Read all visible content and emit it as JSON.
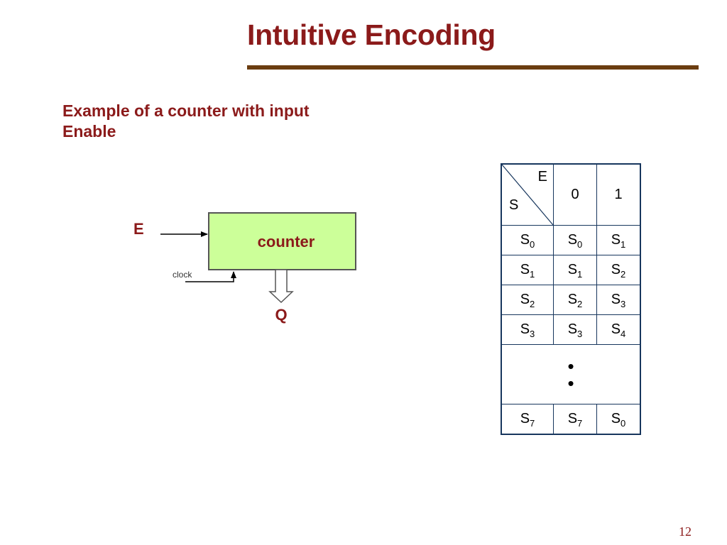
{
  "slide": {
    "title": "Intuitive Encoding",
    "subtitle_line1": "Example of a counter with input",
    "subtitle_line2": "Enable",
    "page_number": "12"
  },
  "diagram": {
    "block_label": "counter",
    "input_label": "E",
    "clock_label": "clock",
    "output_label": "Q",
    "colors": {
      "block_fill": "#ccff99",
      "block_border": "#555555",
      "label": "#8b1a1a"
    }
  },
  "table": {
    "corner_top": "E",
    "corner_bottom": "S",
    "col_headers": [
      "0",
      "1"
    ],
    "rows": [
      {
        "state": "S",
        "state_sub": "0",
        "e0": "S",
        "e0_sub": "0",
        "e1": "S",
        "e1_sub": "1"
      },
      {
        "state": "S",
        "state_sub": "1",
        "e0": "S",
        "e0_sub": "1",
        "e1": "S",
        "e1_sub": "2"
      },
      {
        "state": "S",
        "state_sub": "2",
        "e0": "S",
        "e0_sub": "2",
        "e1": "S",
        "e1_sub": "3"
      },
      {
        "state": "S",
        "state_sub": "3",
        "e0": "S",
        "e0_sub": "3",
        "e1": "S",
        "e1_sub": "4"
      }
    ],
    "ellipsis": [
      "•",
      "•"
    ],
    "last_row": {
      "state": "S",
      "state_sub": "7",
      "e0": "S",
      "e0_sub": "7",
      "e1": "S",
      "e1_sub": "0"
    },
    "border_color": "#17365d"
  }
}
